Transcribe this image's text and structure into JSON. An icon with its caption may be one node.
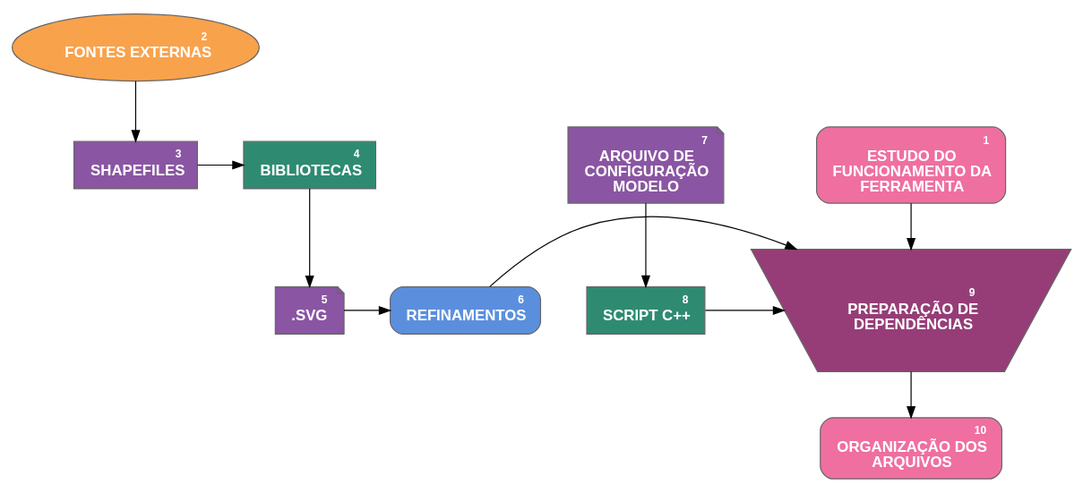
{
  "diagram": {
    "nodes": [
      {
        "text": [
          "2",
          "FONTES EXTERNAS"
        ]
      },
      {
        "text": [
          "3",
          "SHAPEFILES"
        ]
      },
      {
        "text": [
          "1",
          "ESTUDO DO FUNCIONAMENTO DA FERRAMENTA"
        ]
      },
      {
        "text": [
          "7",
          "ARQUIVO DE CONFIGURAÇÃO MODELO"
        ]
      },
      {
        "text": [
          "4",
          "BIBLIOTECAS"
        ]
      },
      {
        "text": [
          "5",
          ".SVG"
        ]
      },
      {
        "text": [
          "6",
          "REFINAMENTOS"
        ]
      },
      {
        "text": [
          "9",
          "PREPARAÇÃO DE DEPENDÊNCIAS"
        ]
      },
      {
        "text": [
          "8",
          "SCRIPT C++"
        ]
      },
      {
        "text": [
          "10",
          "ORGANIZAÇÃO DOS ARQUIVOS"
        ]
      }
    ],
    "edges": [
      {
        "from": 0,
        "to": 1,
        "arrow": "to"
      },
      {
        "from": 1,
        "to": 4,
        "arrow": "to"
      },
      {
        "from": 4,
        "to": 5,
        "arrow": "to"
      },
      {
        "from": 5,
        "to": 6,
        "arrow": "to"
      },
      {
        "from": 6,
        "to": 7,
        "arrow": "to"
      },
      {
        "from": 2,
        "to": 7,
        "arrow": "to"
      },
      {
        "from": 3,
        "to": 8,
        "arrow": "to"
      },
      {
        "from": 8,
        "to": 7,
        "arrow": "to"
      },
      {
        "from": 7,
        "to": 9,
        "arrow": "to"
      }
    ]
  }
}
